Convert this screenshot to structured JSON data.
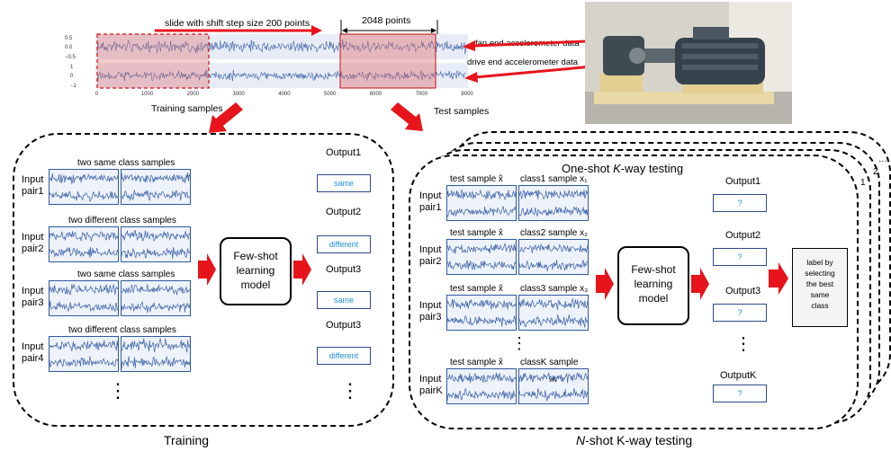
{
  "top": {
    "slide_label": "slide with shift step size 200 points",
    "window_label": "2048 points",
    "fan_label": "fan end accelerometer data",
    "drive_label": "drive end accelerometer data",
    "training_samples": "Training samples",
    "test_samples": "Test samples",
    "y_ticks_top": [
      "0.5",
      "0.0",
      "−0.5"
    ],
    "y_ticks_bottom": [
      "1",
      "0",
      "−1"
    ],
    "x_ticks": [
      "0",
      "1000",
      "2000",
      "3000",
      "4000",
      "5000",
      "6000",
      "7000",
      "8000"
    ]
  },
  "training": {
    "caption": "Training",
    "model_label": [
      "Few-shot",
      "learning",
      "model"
    ],
    "pairs": [
      {
        "input": [
          "Input",
          "pair1"
        ],
        "header": "two same class samples",
        "output_label": "Output1",
        "output_value": "same"
      },
      {
        "input": [
          "Input",
          "pair2"
        ],
        "header": "two different class samples",
        "output_label": "Output2",
        "output_value": "different"
      },
      {
        "input": [
          "Input",
          "pair3"
        ],
        "header": "two same class samples",
        "output_label": "Output3",
        "output_value": "same"
      },
      {
        "input": [
          "Input",
          "pair4"
        ],
        "header": "two different class samples",
        "output_label": "Output3",
        "output_value": "different"
      }
    ],
    "ellipsis": "⋮"
  },
  "testing": {
    "caption_pre": "N",
    "caption_post": "-shot K-way testing",
    "title_pre": "One-shot ",
    "title_k": "K",
    "title_post": "-way testing",
    "stack_numbers": [
      "1",
      "2",
      "…"
    ],
    "model_label": [
      "Few-shot",
      "learning",
      "model"
    ],
    "result_label": [
      "label by",
      "selecting",
      "the best",
      "same",
      "class"
    ],
    "pairs": [
      {
        "input": [
          "Input",
          "pair1"
        ],
        "test_header": "test sample x̂",
        "class_header": "class1 sample x₁",
        "output_label": "Output1",
        "output_value": "?"
      },
      {
        "input": [
          "Input",
          "pair2"
        ],
        "test_header": "test sample x̂",
        "class_header": "class2 sample x₂",
        "output_label": "Output2",
        "output_value": "?"
      },
      {
        "input": [
          "Input",
          "pair3"
        ],
        "test_header": "test sample x̂",
        "class_header": "class3 sample x₃",
        "output_label": "Output3",
        "output_value": "?"
      },
      {
        "input": [
          "Input",
          "pairK"
        ],
        "test_header": "test sample x̂",
        "class_header": "classK sample",
        "output_label": "OutputK",
        "output_value": "?"
      }
    ],
    "class_k_inset": "xK",
    "ellipsis": "⋮"
  },
  "colors": {
    "wave": "#3b62a8",
    "arrow": "#e8141b",
    "highlight": "#e89a9a"
  }
}
